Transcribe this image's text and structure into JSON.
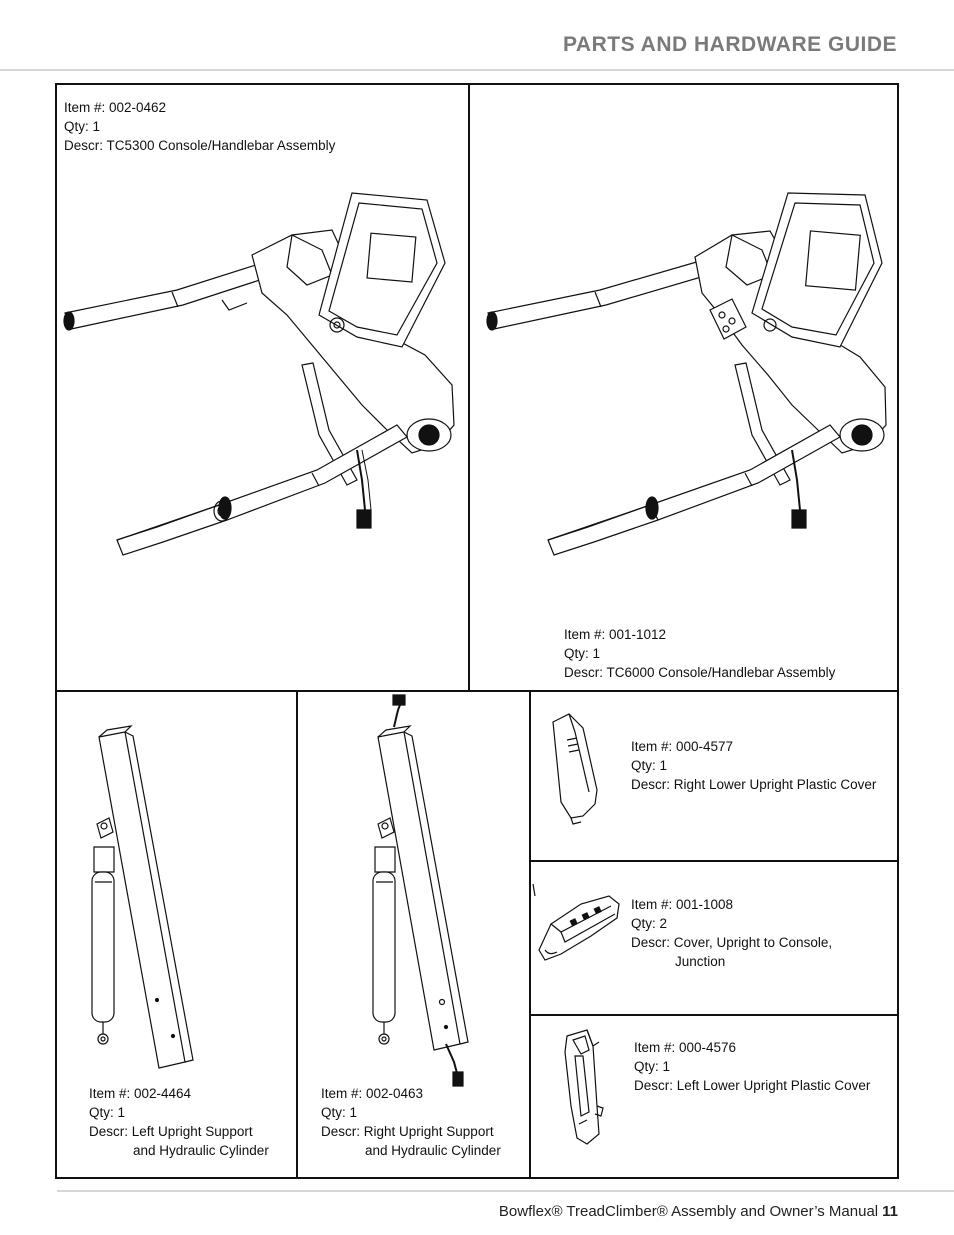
{
  "header": {
    "title": "PARTS AND HARDWARE GUIDE"
  },
  "parts": [
    {
      "item": "Item #: 002-0462",
      "qty": "Qty: 1",
      "descr": "Descr: TC5300 Console/Handlebar Assembly"
    },
    {
      "item": "Item #: 001-1012",
      "qty": "Qty: 1",
      "descr": "Descr: TC6000 Console/Handlebar Assembly"
    },
    {
      "item": "Item #: 002-4464",
      "qty": "Qty: 1",
      "descr": "Descr: Left Upright Support",
      "descr2": "and Hydraulic Cylinder"
    },
    {
      "item": "Item #: 002-0463",
      "qty": "Qty: 1",
      "descr": "Descr: Right Upright Support",
      "descr2": "and Hydraulic Cylinder"
    },
    {
      "item": "Item #: 000-4577",
      "qty": "Qty: 1",
      "descr": "Descr: Right Lower Upright Plastic Cover"
    },
    {
      "item": "Item #: 001-1008",
      "qty": "Qty: 2",
      "descr": "Descr: Cover, Upright to Console,",
      "descr2": "Junction"
    },
    {
      "item": "Item #: 000-4576",
      "qty": "Qty: 1",
      "descr": "Descr: Left Lower Upright Plastic Cover"
    }
  ],
  "footer": {
    "text": "Bowflex® TreadClimber® Assembly and Owner’s Manual",
    "page": "11"
  }
}
